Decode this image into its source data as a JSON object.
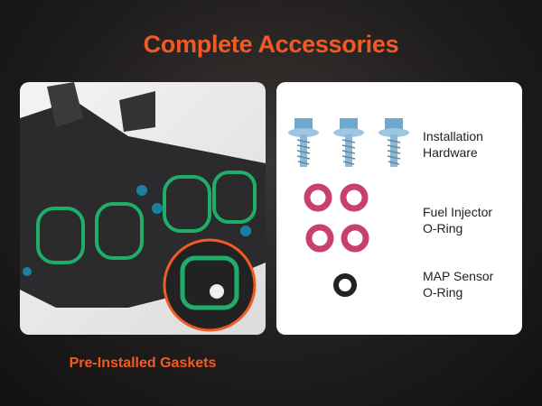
{
  "title": "Complete Accessories",
  "caption": "Pre-Installed Gaskets",
  "items": [
    {
      "line1": "Installation",
      "line2": "Hardware",
      "icon": "screw"
    },
    {
      "line1": "Fuel Injector",
      "line2": "O-Ring",
      "icon": "red-o-ring"
    },
    {
      "line1": "MAP Sensor",
      "line2": "O-Ring",
      "icon": "black-o-ring"
    }
  ],
  "colors": {
    "accent": "#f15a24",
    "gasket": "#1fae6a",
    "fuel_ring": "#c8416a"
  }
}
